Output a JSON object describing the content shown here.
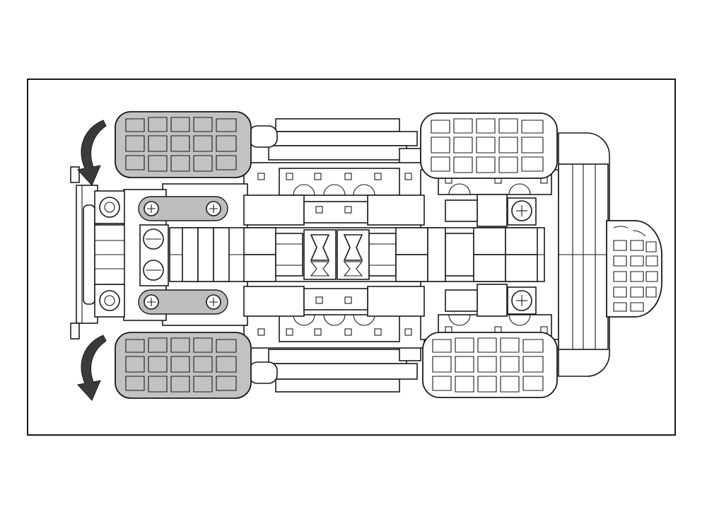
{
  "figure": {
    "subject": "lego-offroad-vehicle-underside",
    "view": "top-down",
    "colors": {
      "outline": "#1a1a1a",
      "highlight": "#bdbdbd",
      "background": "#ffffff"
    },
    "arrows": {
      "count": 2,
      "direction": "rotate-front-wheels"
    }
  }
}
